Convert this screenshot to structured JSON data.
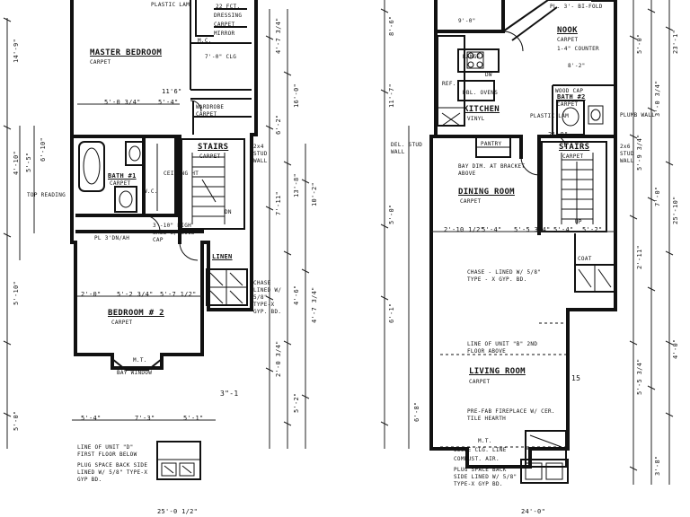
{
  "left_plan": {
    "rooms": {
      "master_bedroom": "MASTER BEDROOM",
      "master_bedroom_finish": "CARPET",
      "bath1": "BATH #1",
      "bath1_finish": "CARPET",
      "bedroom2": "BEDROOM # 2",
      "bedroom2_finish": "CARPET",
      "stairs": "STAIRS",
      "stairs_finish": "CARPET",
      "wardrobe": "WARDROBE",
      "wardrobe_finish": "CARPET",
      "linen": "LINEN",
      "dressing": "DRESSING",
      "dressing_finish": "CARPET",
      "mirror": "MIRROR",
      "mc": "M.C.",
      "wc": "W.C.",
      "dn": "DN",
      "ceiling_ht": "CEILING HT"
    },
    "notes": {
      "plastic_lam": "PLASTIC LAM",
      "plastic_lam_sf": "22 FCT.",
      "closet": "7'-0\" CLG",
      "high_wall": "3'-10\" HIGH WALL W/ WOOD CAP",
      "pl_shown": "PL 3'DN/AH",
      "top_reading": "TOP READING",
      "stud_wall": "2x4 STUD WALL",
      "chase": "CHASE LINED W/ 5/8\" TYPE-X GYP. BD.",
      "bay": "BAY WINDOW",
      "mt": "M.T.",
      "line_unit_d": "LINE OF UNIT \"D\" FIRST FLOOR BELOW",
      "plug_space": "PLUG SPACE BACK SIDE LINED W/ 5/8\" TYPE-X GYP BD.",
      "scale_mark": "3\"-1"
    },
    "dims": {
      "d1": "5'-0 3/4\"",
      "d2": "5'-4\"",
      "d3": "11'6\"",
      "d4": "2'-0\"",
      "d5": "5'-2 3/4\"",
      "d6": "5'-7 1/2\"",
      "d7": "5'-4\"",
      "d8": "7'-3\"",
      "d9": "5'-1\"",
      "v1": "14'-9\"",
      "v2": "4'-10\"",
      "v3": "5'-5\"",
      "v4": "6'-10\"",
      "v5": "5'-10\"",
      "v6": "5'-0\"",
      "v7": "4'-7 3/4\"",
      "v8": "6'-2\"",
      "v9": "7'-11\"",
      "v10": "2'-0 3/4\"",
      "v11": "16'-0\"",
      "v12": "13'-8\"",
      "v13": "4'-6\"",
      "v14": "5'-2\"",
      "v15": "10'-2\"",
      "v16": "4'-7 3/4\"",
      "bottom": "25'-0 1/2\""
    }
  },
  "right_plan": {
    "rooms": {
      "nook": "NOOK",
      "nook_finish": "CARPET",
      "kitchen": "KITCHEN",
      "kitchen_finish": "VINYL",
      "bath2": "BATH #2",
      "bath2_finish": "CARPET",
      "stairs": "STAIRS",
      "stairs_finish": "CARPET",
      "dining": "DINING ROOM",
      "dining_finish": "CARPET",
      "living": "LIVING ROOM",
      "living_finish": "CARPET",
      "pantry": "PANTRY",
      "up": "UP"
    },
    "notes": {
      "pl_fold": "PL. 3'- BI-FOLD",
      "counter": "1-4\" COUNTER",
      "nook_dim": "8'-2\"",
      "ref": "REF.",
      "dw": "DW",
      "range": "RANGE",
      "wood_cap": "WOOD CAP",
      "plumb_wall": "PLUMB WALL",
      "stud_wall": "2x6 STUD WALL",
      "del_stud": "DEL. STUD WALL",
      "bay_above": "BAY DIM. AT BRACKET ABOVE",
      "plastic_lam": "PLASTIC LAM",
      "dbl_ovens": "DBL. OVENS",
      "chase": "CHASE - LINED W/ 5/8\" TYPE - X GYP. BD.",
      "line_unit_b": "LINE OF UNIT \"B\" 2ND FLOOR ABOVE",
      "fireplace": "PRE-FAB FIREPLACE W/ CER. TILE HEARTH",
      "mt": "M.T.",
      "slope_line": "SLOPE CLG. LINE",
      "combust_air": "COMBUST. AIR.",
      "plug_space": "PLUG SPACE BACK SIDE LINED W/ 5/8\" TYPE-X GYP BD.",
      "coat": "COAT",
      "scale_mark": "15"
    },
    "dims": {
      "top": "9'-0\"",
      "t1": "2'-0\"",
      "a1": "2'-10 1/2\"",
      "a2": "5'-4\"",
      "a3": "5'-5 3/4\"",
      "a4": "5'-4\"",
      "a5": "5'-2\"",
      "v1": "8'-6\"",
      "v2": "11'-7\"",
      "v3": "5'-0\"",
      "v4": "6'-1\"",
      "v5": "6'-8\"",
      "v6": "5'-0\"",
      "v7": "5'-9 3/4\"",
      "v8": "2'-11\"",
      "v9": "5'-5 3/4\"",
      "v10": "3'-0 3/4\"",
      "v11": "7'-0\"",
      "v12": "23'-1\"",
      "v13": "25'-10\"",
      "v14": "4'-0\"",
      "v15": "3'-8\"",
      "bottom": "24'-0\""
    }
  }
}
